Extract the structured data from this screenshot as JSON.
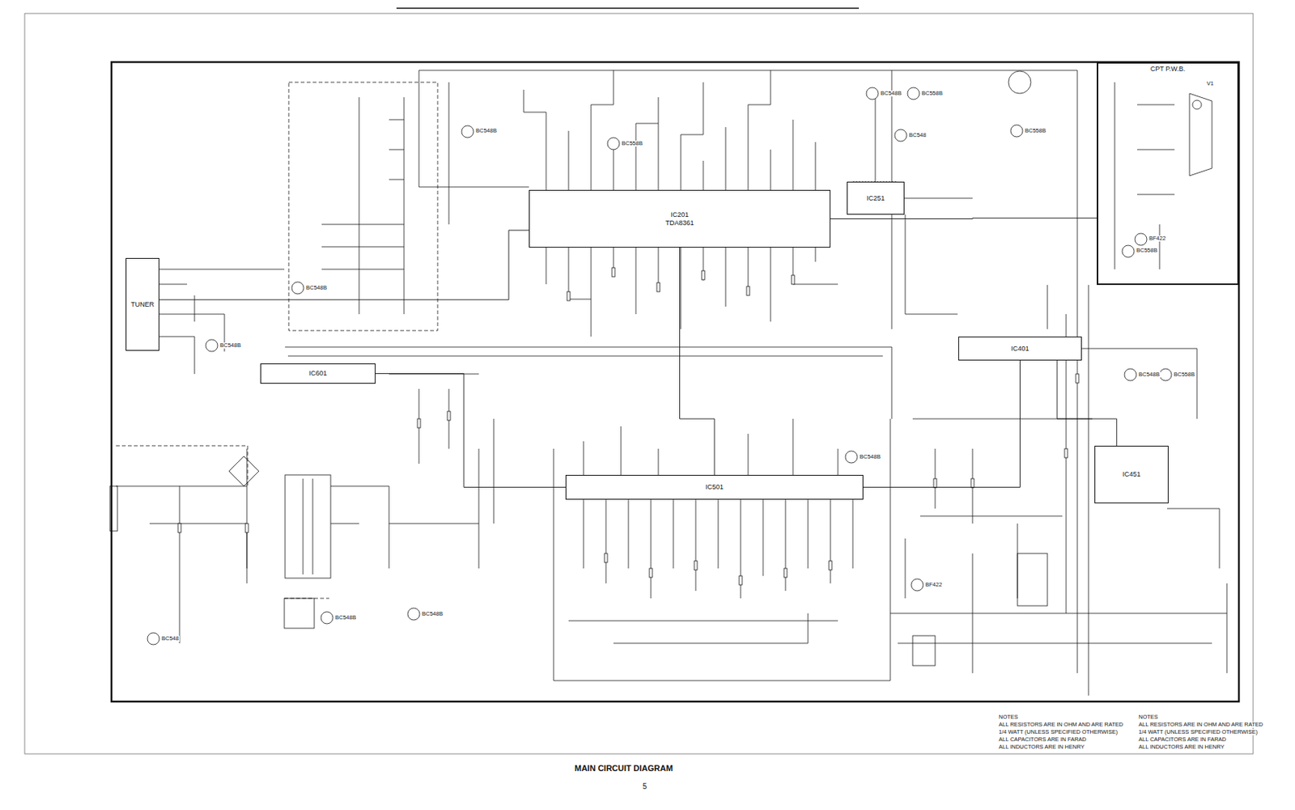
{
  "diagram": {
    "title": "MAIN CIRCUIT DIAGRAM",
    "nodes": [
      {
        "text": [
          "IC201",
          "TDA8361"
        ]
      },
      {
        "text": [
          "IC251"
        ]
      },
      {
        "text": [
          "CPT P.W.B."
        ]
      },
      {
        "text": [
          "TUNER"
        ]
      },
      {
        "text": [
          "IC601"
        ]
      },
      {
        "text": [
          "IC401"
        ]
      },
      {
        "text": [
          "IC501"
        ]
      },
      {
        "text": [
          "IC451"
        ]
      }
    ],
    "edges": [
      {
        "from": 3,
        "to": 0,
        "arrow": "none"
      },
      {
        "from": 0,
        "to": 2,
        "arrow": "none"
      },
      {
        "from": 6,
        "to": 0,
        "arrow": "none"
      },
      {
        "from": 6,
        "to": 4,
        "arrow": "none"
      },
      {
        "from": 6,
        "to": 5,
        "arrow": "none"
      },
      {
        "from": 5,
        "to": 7,
        "arrow": "none"
      }
    ],
    "labels": [
      "BC548B",
      "BC558B",
      "BC548B",
      "BC558B",
      "BC548",
      "BC558B",
      "BF422",
      "BC558B",
      "BC548B",
      "BC548B",
      "BC548B",
      "BC558B",
      "BF422",
      "BC548B",
      "BC548B",
      "BC548B",
      "BC548",
      "V1",
      "5",
      "NOTES",
      "ALL RESISTORS ARE IN OHM AND ARE RATED",
      "1/4 WATT (UNLESS SPECIFIED OTHERWISE)",
      "ALL CAPACITORS ARE IN FARAD",
      "ALL INDUCTORS ARE IN HENRY",
      "NOTES",
      "ALL RESISTORS ARE IN OHM AND ARE RATED",
      "1/4 WATT (UNLESS SPECIFIED OTHERWISE)",
      "ALL CAPACITORS ARE IN FARAD",
      "ALL INDUCTORS ARE IN HENRY"
    ]
  }
}
